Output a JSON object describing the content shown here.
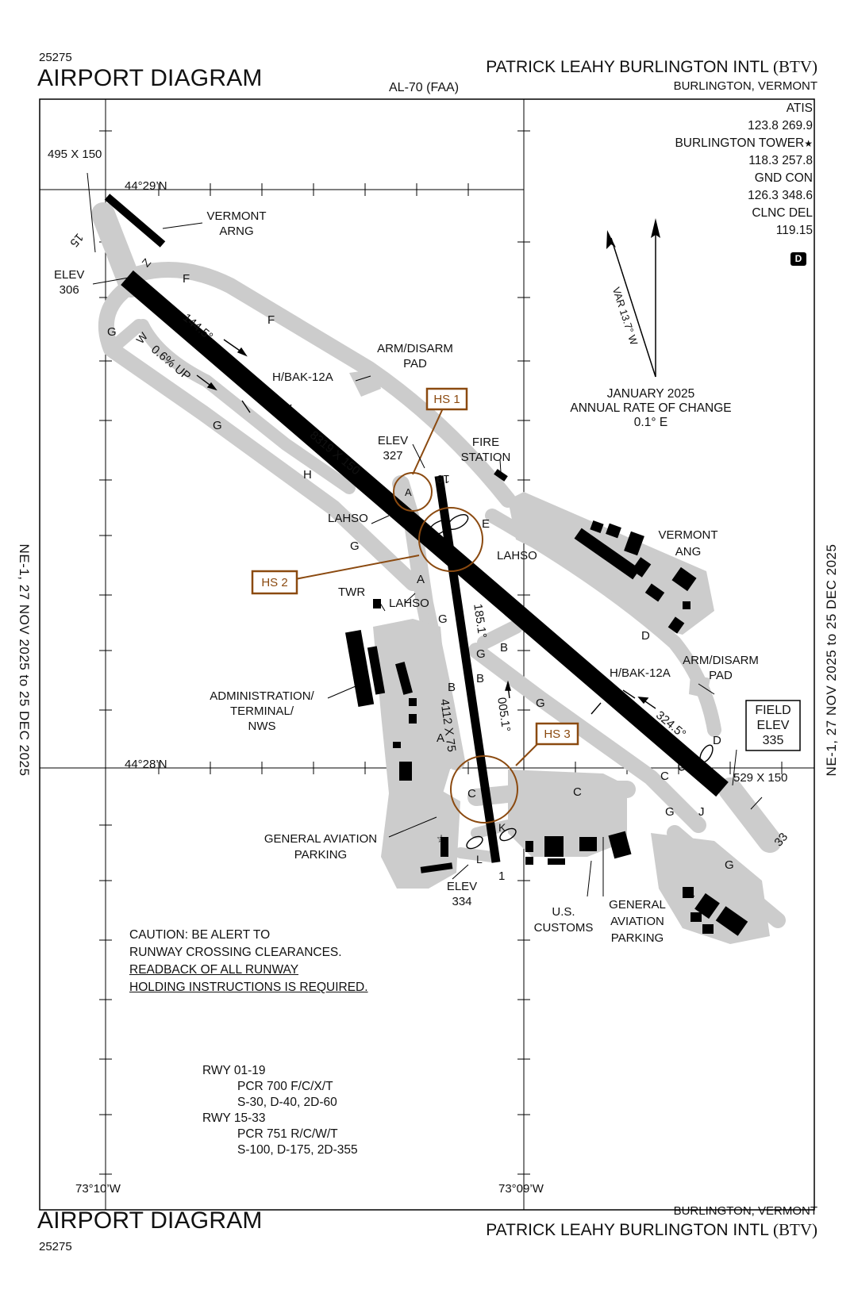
{
  "header": {
    "procedure_number": "25275",
    "title": "AIRPORT DIAGRAM",
    "al_number": "AL-70 (FAA)",
    "airport_name": "PATRICK LEAHY BURLINGTON INTL",
    "airport_id": "(BTV)",
    "city_state": "BURLINGTON, VERMONT"
  },
  "footer": {
    "procedure_number": "25275",
    "title": "AIRPORT DIAGRAM",
    "airport_name": "PATRICK LEAHY BURLINGTON INTL",
    "airport_id": "(BTV)",
    "city_state": "BURLINGTON, VERMONT"
  },
  "side_label": "NE-1, 27 NOV 2025 to 25 DEC 2025",
  "frequencies": {
    "atis_label": "ATIS",
    "atis": "123.8 269.9",
    "tower_label": "BURLINGTON TOWER",
    "tower_star": "★",
    "tower": "118.3 257.8",
    "gnd_label": "GND CON",
    "gnd": "126.3 348.6",
    "clnc_label": "CLNC DEL",
    "clnc": "119.15",
    "d_symbol": "D"
  },
  "magnetic": {
    "variation": "VAR 13.7° W",
    "rate_line1": "JANUARY 2025",
    "rate_line2": "ANNUAL RATE OF CHANGE",
    "rate_line3": "0.1° E",
    "variation_deg": 13.7
  },
  "coordinates": {
    "lat_top": "44°29’N",
    "lat_bottom": "44°28’N",
    "lon_left": "73°10’W",
    "lon_right": "73°09’W"
  },
  "runways": {
    "rwy_15_33": {
      "end_15": "15",
      "end_33": "33",
      "dimensions": "8319 X 150",
      "heading_nw": "144.5°",
      "heading_se": "324.5°",
      "grade": "0.6% UP"
    },
    "rwy_01_19": {
      "end_1": "1",
      "end_19": "19",
      "dimensions": "4112 X 75",
      "heading_n": "005.1°",
      "heading_s": "185.1°"
    }
  },
  "elevations": {
    "elev_306_label": "ELEV",
    "elev_306": "306",
    "elev_327_label": "ELEV",
    "elev_327": "327",
    "elev_334_label": "ELEV",
    "elev_334": "334",
    "field_label_1": "FIELD",
    "field_label_2": "ELEV",
    "field_elev": "335"
  },
  "labels": {
    "blast_pad_nw": "495 X 150",
    "blast_pad_se": "529 X 150",
    "vermont_arng_1": "VERMONT",
    "vermont_arng_2": "ARNG",
    "arm_disarm_1a": "ARM/DISARM",
    "arm_disarm_1b": "PAD",
    "arm_disarm_2a": "ARM/DISARM",
    "arm_disarm_2b": "PAD",
    "hbak_1": "H/BAK-12A",
    "hbak_2": "H/BAK-12A",
    "fire_station_1": "FIRE",
    "fire_station_2": "STATION",
    "vermont_ang_1": "VERMONT",
    "vermont_ang_2": "ANG",
    "lahso_1": "LAHSO",
    "lahso_2": "LAHSO",
    "lahso_3": "LAHSO",
    "twr": "TWR",
    "admin_1": "ADMINISTRATION/",
    "admin_2": "TERMINAL/",
    "admin_3": "NWS",
    "ga_parking_w1": "GENERAL AVIATION",
    "ga_parking_w2": "PARKING",
    "ga_parking_e1": "GENERAL",
    "ga_parking_e2": "AVIATION",
    "ga_parking_e3": "PARKING",
    "customs_1": "U.S.",
    "customs_2": "CUSTOMS"
  },
  "hot_spots": [
    "HS 1",
    "HS 2",
    "HS 3"
  ],
  "taxiways": {
    "f1": "F",
    "f2": "F",
    "g1": "G",
    "g2": "G",
    "g3": "G",
    "g4": "G",
    "g5": "G",
    "g6": "G",
    "g7": "G",
    "g8": "G",
    "h": "H",
    "a1": "A",
    "a2": "A",
    "a3": "A",
    "b1": "B",
    "b2": "B",
    "b3": "B",
    "c1": "C",
    "c2": "C",
    "c3": "C",
    "d1": "D",
    "d2": "D",
    "e": "E",
    "j": "J",
    "k": "K",
    "l": "L",
    "w": "W",
    "z": "Z"
  },
  "caution": {
    "line1": "CAUTION:  BE ALERT TO",
    "line2": "RUNWAY CROSSING CLEARANCES.",
    "line3": "READBACK OF ALL RUNWAY",
    "line4": "HOLDING INSTRUCTIONS IS REQUIRED."
  },
  "runway_strength": {
    "r1_name": "RWY 01-19",
    "r1_pcr": "PCR 700 F/C/X/T",
    "r1_weights": "S-30, D-40, 2D-60",
    "r2_name": "RWY 15-33",
    "r2_pcr": "PCR 751 R/C/W/T",
    "r2_weights": "S-100, D-175, 2D-355"
  },
  "colors": {
    "runway": "#000000",
    "taxiway": "#cccccc",
    "hotspot": "#8b4a10",
    "ink": "#111111"
  }
}
